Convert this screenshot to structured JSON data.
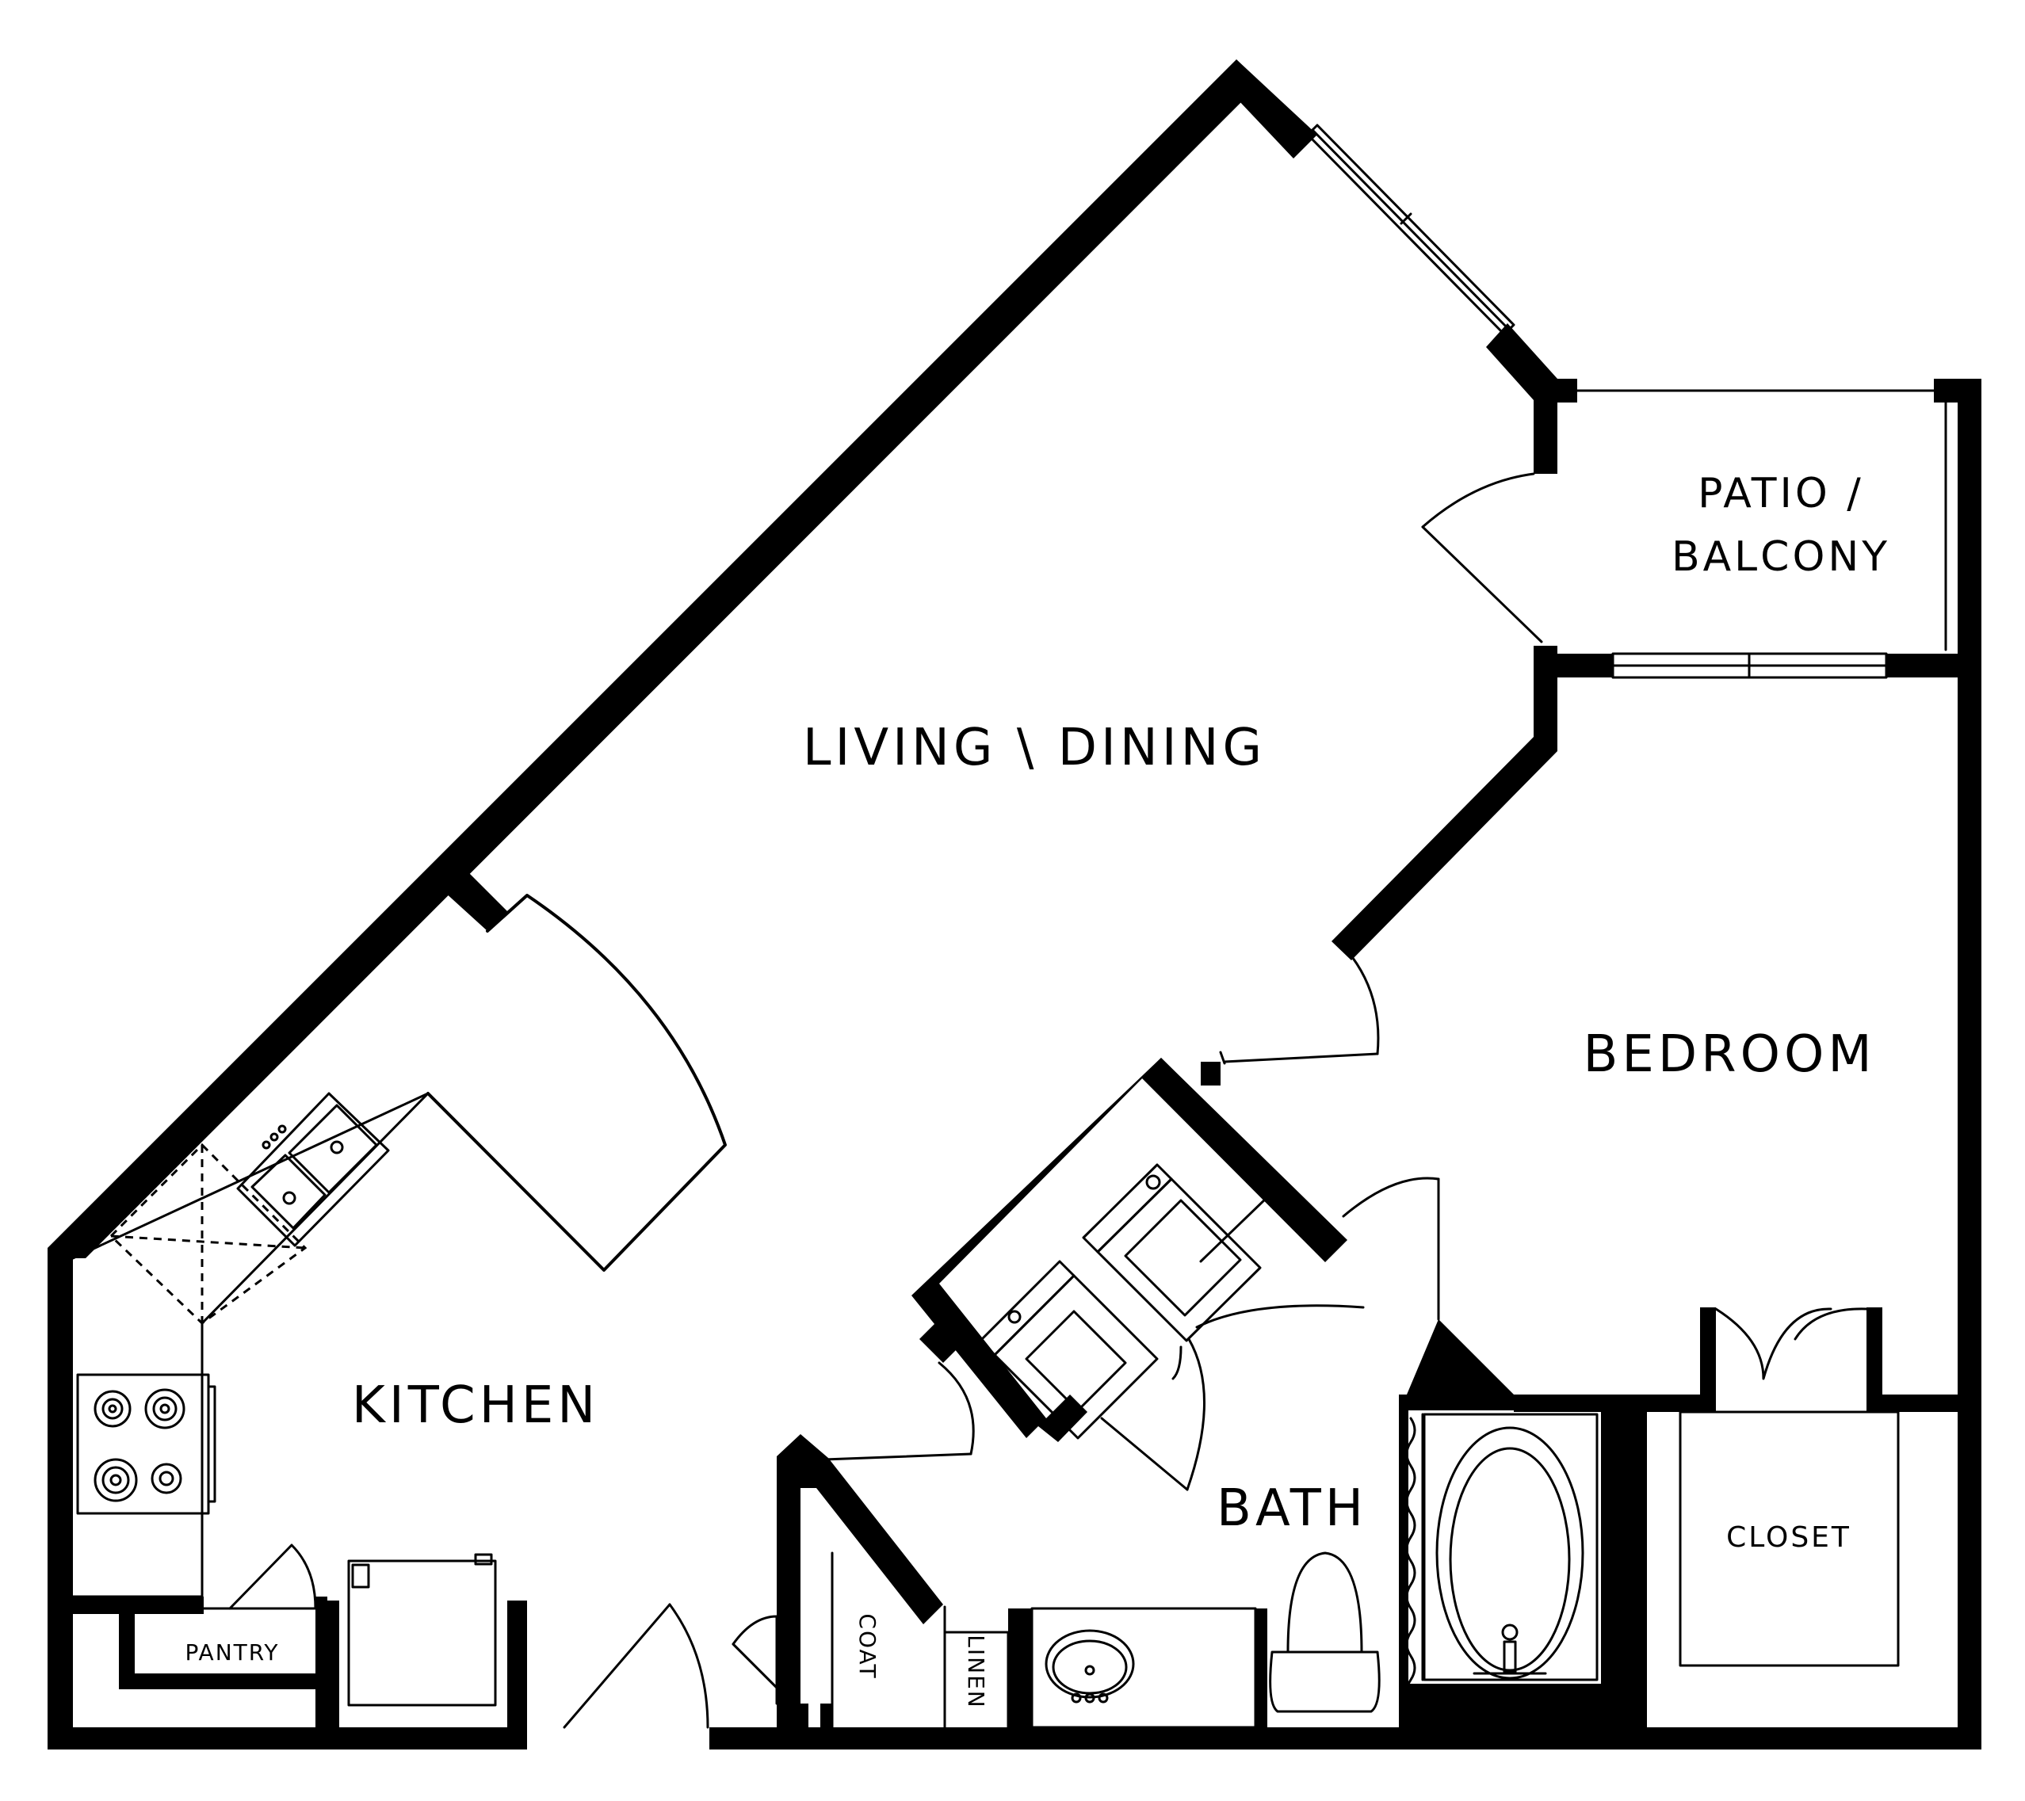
{
  "rooms": {
    "patio_line1": "PATIO /",
    "patio_line2": "BALCONY",
    "living": "LIVING \\ DINING",
    "bedroom": "BEDROOM",
    "kitchen": "KITCHEN",
    "bath": "BATH",
    "closet": "CLOSET",
    "pantry": "PANTRY",
    "coat": "COAT",
    "linen": "LINEN"
  },
  "colors": {
    "wall": "#000000",
    "background": "#ffffff"
  }
}
